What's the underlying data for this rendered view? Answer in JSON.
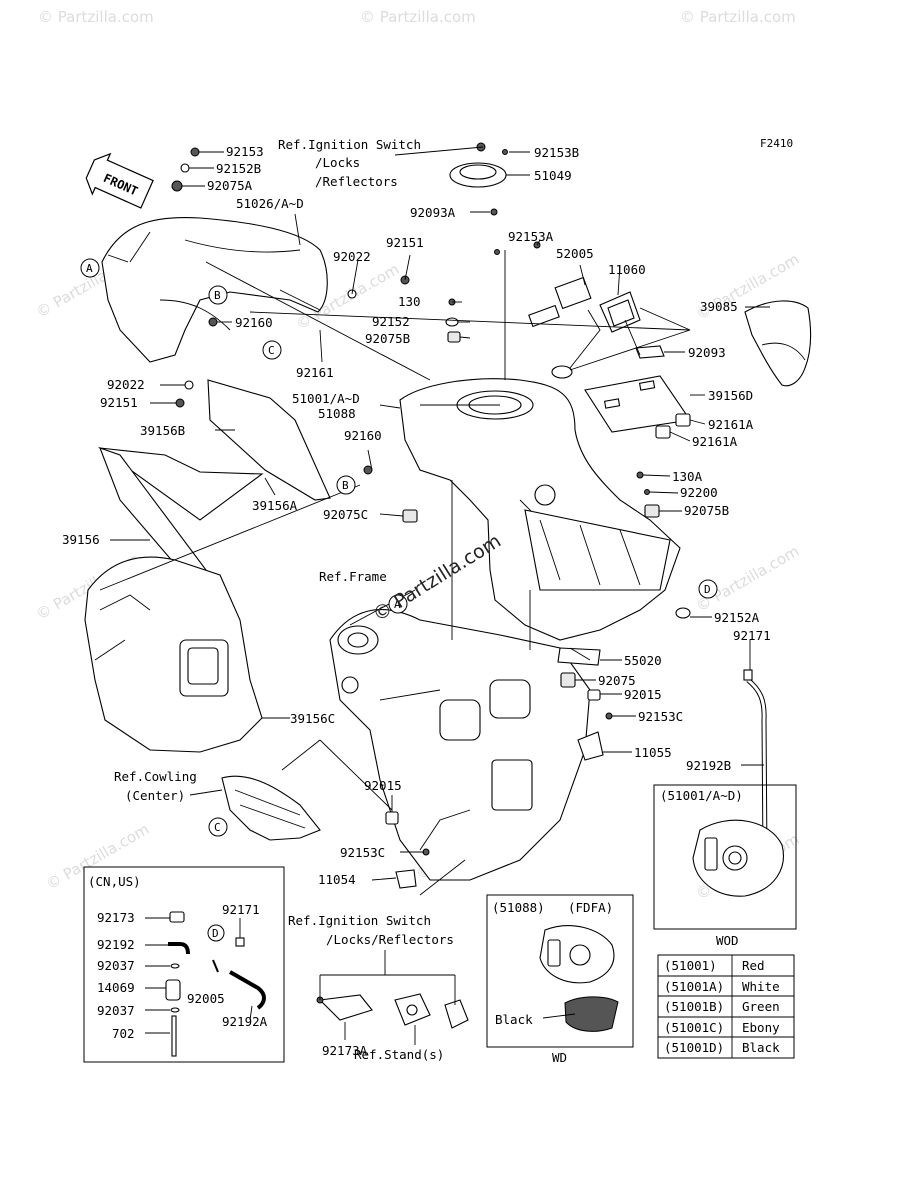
{
  "figure_code": "F2410",
  "front_label": "FRONT",
  "watermarks": {
    "corner": "© Partzilla.com",
    "center": "© Partzilla.com"
  },
  "callouts": {
    "A": "A",
    "B": "B",
    "C": "C",
    "D": "D"
  },
  "parts": {
    "p92153": "92153",
    "p92152B": "92152B",
    "p92075A": "92075A",
    "p51026": "51026/A~D",
    "p92022a": "92022",
    "p92151a": "92151",
    "p130": "130",
    "p92152": "92152",
    "p92075B_top": "92075B",
    "p92160a": "92160",
    "p92161": "92161",
    "p92022b": "92022",
    "p92151b": "92151",
    "p39156B": "39156B",
    "p39156A": "39156A",
    "p39156": "39156",
    "p39156C": "39156C",
    "p51001": "51001/A~D",
    "p51088": "51088",
    "p92160b": "92160",
    "p92075C": "92075C",
    "p92153B": "92153B",
    "p51049": "51049",
    "p92093A": "92093A",
    "p92153A": "92153A",
    "p52005": "52005",
    "p11060": "11060",
    "p39085": "39085",
    "p92093": "92093",
    "p39156D": "39156D",
    "p92161A_1": "92161A",
    "p92161A_2": "92161A",
    "p130A": "130A",
    "p92200": "92200",
    "p92075B": "92075B",
    "p92152A": "92152A",
    "p92171": "92171",
    "p55020": "55020",
    "p92075": "92075",
    "p92015a": "92015",
    "p92153C_a": "92153C",
    "p11055": "11055",
    "p92192B": "92192B",
    "p92015b": "92015",
    "p92153C_b": "92153C",
    "p11054": "11054",
    "p92173A": "92173A"
  },
  "references": {
    "ign_top_1": "Ref.Ignition Switch",
    "ign_top_2": "/Locks",
    "ign_top_3": "/Reflectors",
    "frame": "Ref.Frame",
    "cowling_1": "Ref.Cowling",
    "cowling_2": "(Center)",
    "ign_bot_1": "Ref.Ignition Switch",
    "ign_bot_2": "/Locks/Reflectors",
    "stand": "Ref.Stand(s)"
  },
  "inset_cnus": {
    "title": "(CN,US)",
    "parts": [
      "92173",
      "92192",
      "92037",
      "14069",
      "92037",
      "702",
      "92171",
      "92005",
      "92192A"
    ],
    "callout": "D"
  },
  "inset_wd": {
    "code": "(51088)",
    "region": "(FDFA)",
    "color_label": "Black",
    "caption": "WD"
  },
  "inset_wod": {
    "code": "(51001/A~D)",
    "caption": "WOD"
  },
  "color_table": [
    {
      "code": "(51001)",
      "color": "Red"
    },
    {
      "code": "(51001A)",
      "color": "White"
    },
    {
      "code": "(51001B)",
      "color": "Green"
    },
    {
      "code": "(51001C)",
      "color": "Ebony"
    },
    {
      "code": "(51001D)",
      "color": "Black"
    }
  ]
}
